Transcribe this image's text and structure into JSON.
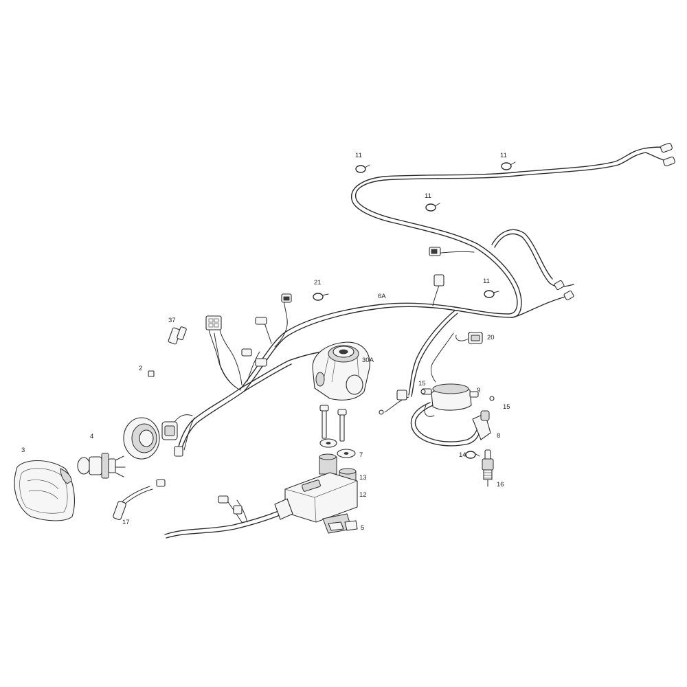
{
  "callouts": {
    "c2": "2",
    "c3": "3",
    "c4": "4",
    "c5": "5",
    "c6a": "6A",
    "c7": "7",
    "c8": "8",
    "c9": "9",
    "c11a": "11",
    "c11b": "11",
    "c11c": "11",
    "c11d": "11",
    "c12": "12",
    "c13": "13",
    "c14": "14",
    "c15a": "15",
    "c15b": "15",
    "c16": "16",
    "c17": "17",
    "c20": "20",
    "c21": "21",
    "c30a": "30A",
    "c37": "37"
  }
}
